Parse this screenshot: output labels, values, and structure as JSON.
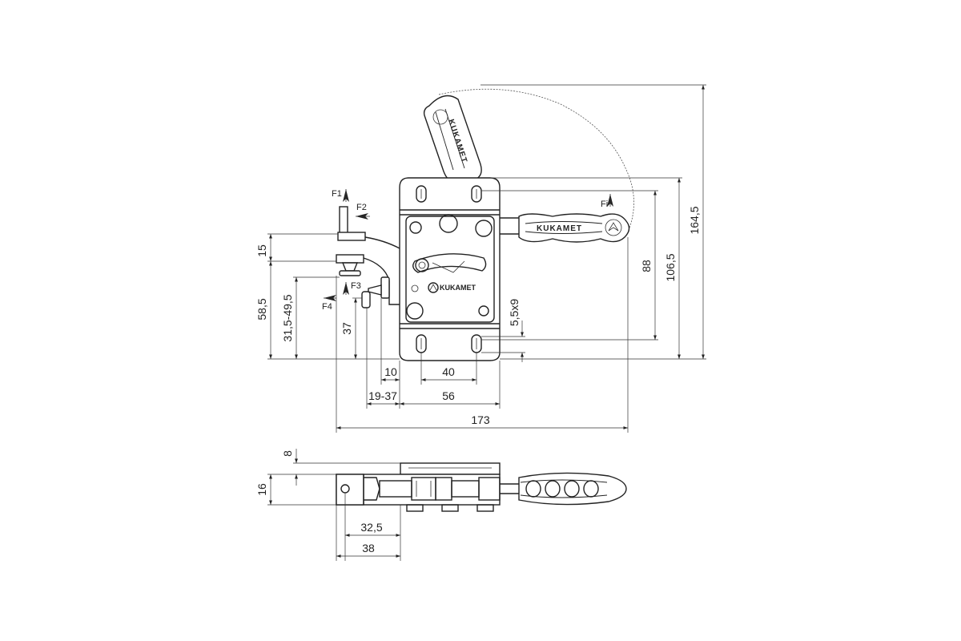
{
  "drawing": {
    "brand": "KUKAMET",
    "force_labels": {
      "f1": "F1",
      "f2": "F2",
      "f3": "F3",
      "f4": "F4",
      "fi": "Fi"
    },
    "dimensions": {
      "d15": "15",
      "d58_5": "58,5",
      "d31_5_49_5": "31,5-49,5",
      "d37": "37",
      "d10": "10",
      "d40": "40",
      "d19_37": "19-37",
      "d56": "56",
      "d173": "173",
      "d5_5x9": "5,5x9",
      "d88": "88",
      "d106_5": "106,5",
      "d164_5": "164,5",
      "d8": "8",
      "d16": "16",
      "d32_5": "32,5",
      "d38": "38"
    }
  }
}
